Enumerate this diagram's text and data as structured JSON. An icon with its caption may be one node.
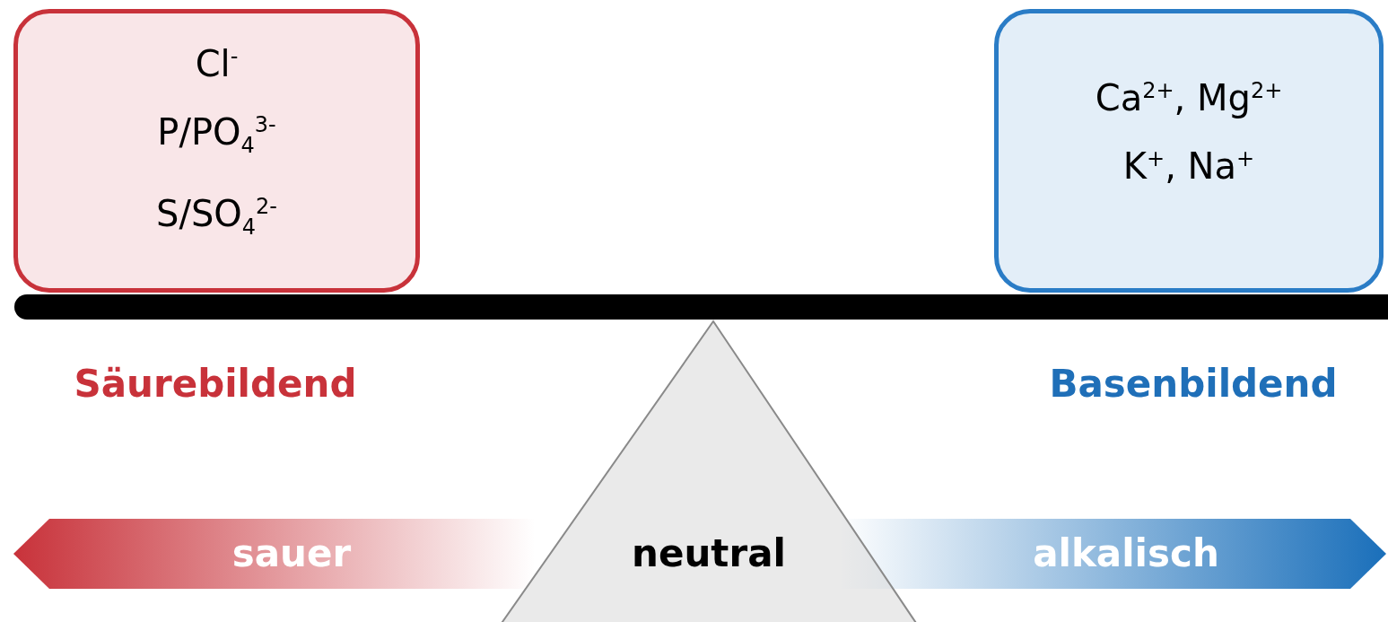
{
  "diagram": {
    "nodes": [
      {
        "text": [
          "Cl$^{-}$",
          "P/PO$_{4}$$^{3-}$",
          "S/SO$_{4}$$^{2-}$"
        ]
      },
      {
        "text": [
          "Ca$^{2+}$, Mg$^{2+}$",
          "K$^{+}$, Na$^{+}$"
        ]
      }
    ],
    "edges": [],
    "labels": [
      "Säurebildend",
      "Basenbildend",
      "sauer",
      "neutral",
      "alkalisch"
    ]
  }
}
